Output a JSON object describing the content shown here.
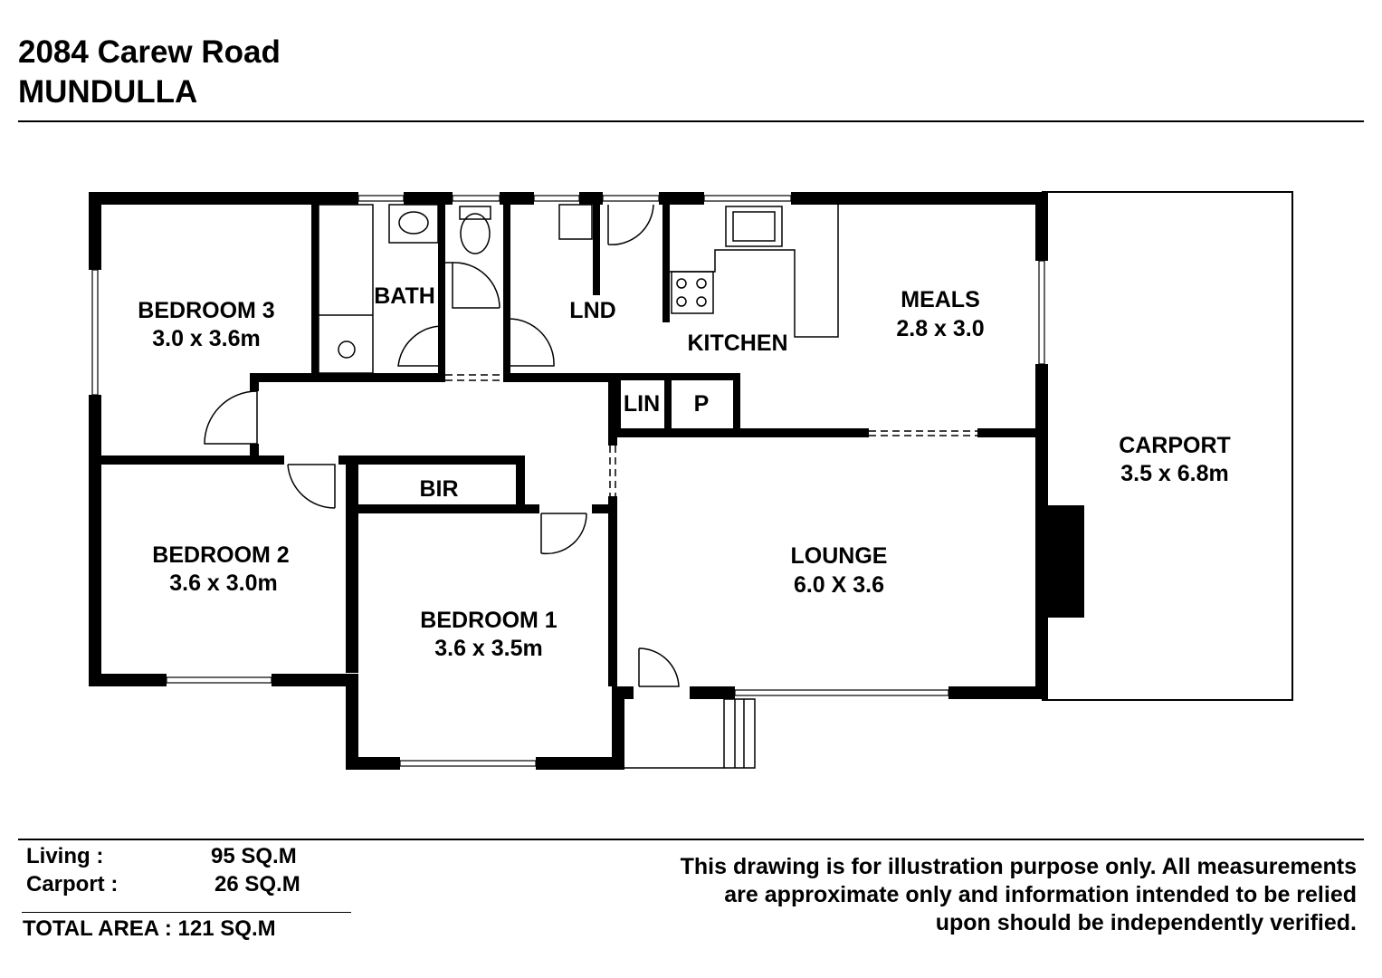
{
  "header": {
    "address_line1": "2084 Carew Road",
    "address_line2": "MUNDULLA"
  },
  "rooms": {
    "bedroom3": {
      "name": "BEDROOM 3",
      "size": "3.0 x 3.6m"
    },
    "bath": {
      "name": "BATH"
    },
    "lnd": {
      "name": "LND"
    },
    "kitchen": {
      "name": "KITCHEN"
    },
    "meals": {
      "name": "MEALS",
      "size": "2.8 x 3.0"
    },
    "carport": {
      "name": "CARPORT",
      "size": "3.5 x 6.8m"
    },
    "lin": {
      "name": "LIN"
    },
    "pantry": {
      "name": "P"
    },
    "bir": {
      "name": "BIR"
    },
    "bedroom2": {
      "name": "BEDROOM 2",
      "size": "3.6 x 3.0m"
    },
    "bedroom1": {
      "name": "BEDROOM 1",
      "size": "3.6 x 3.5m"
    },
    "lounge": {
      "name": "LOUNGE",
      "size": "6.0 X 3.6"
    }
  },
  "areas": {
    "living_label": "Living :",
    "living_value": "95 SQ.M",
    "carport_label": "Carport :",
    "carport_value": "26 SQ.M",
    "total": "TOTAL AREA : 121 SQ.M"
  },
  "disclaimer": {
    "line1": "This drawing is for illustration purpose only. All measurements",
    "line2": "are approximate only and information intended to be relied",
    "line3": "upon should be independently verified."
  }
}
